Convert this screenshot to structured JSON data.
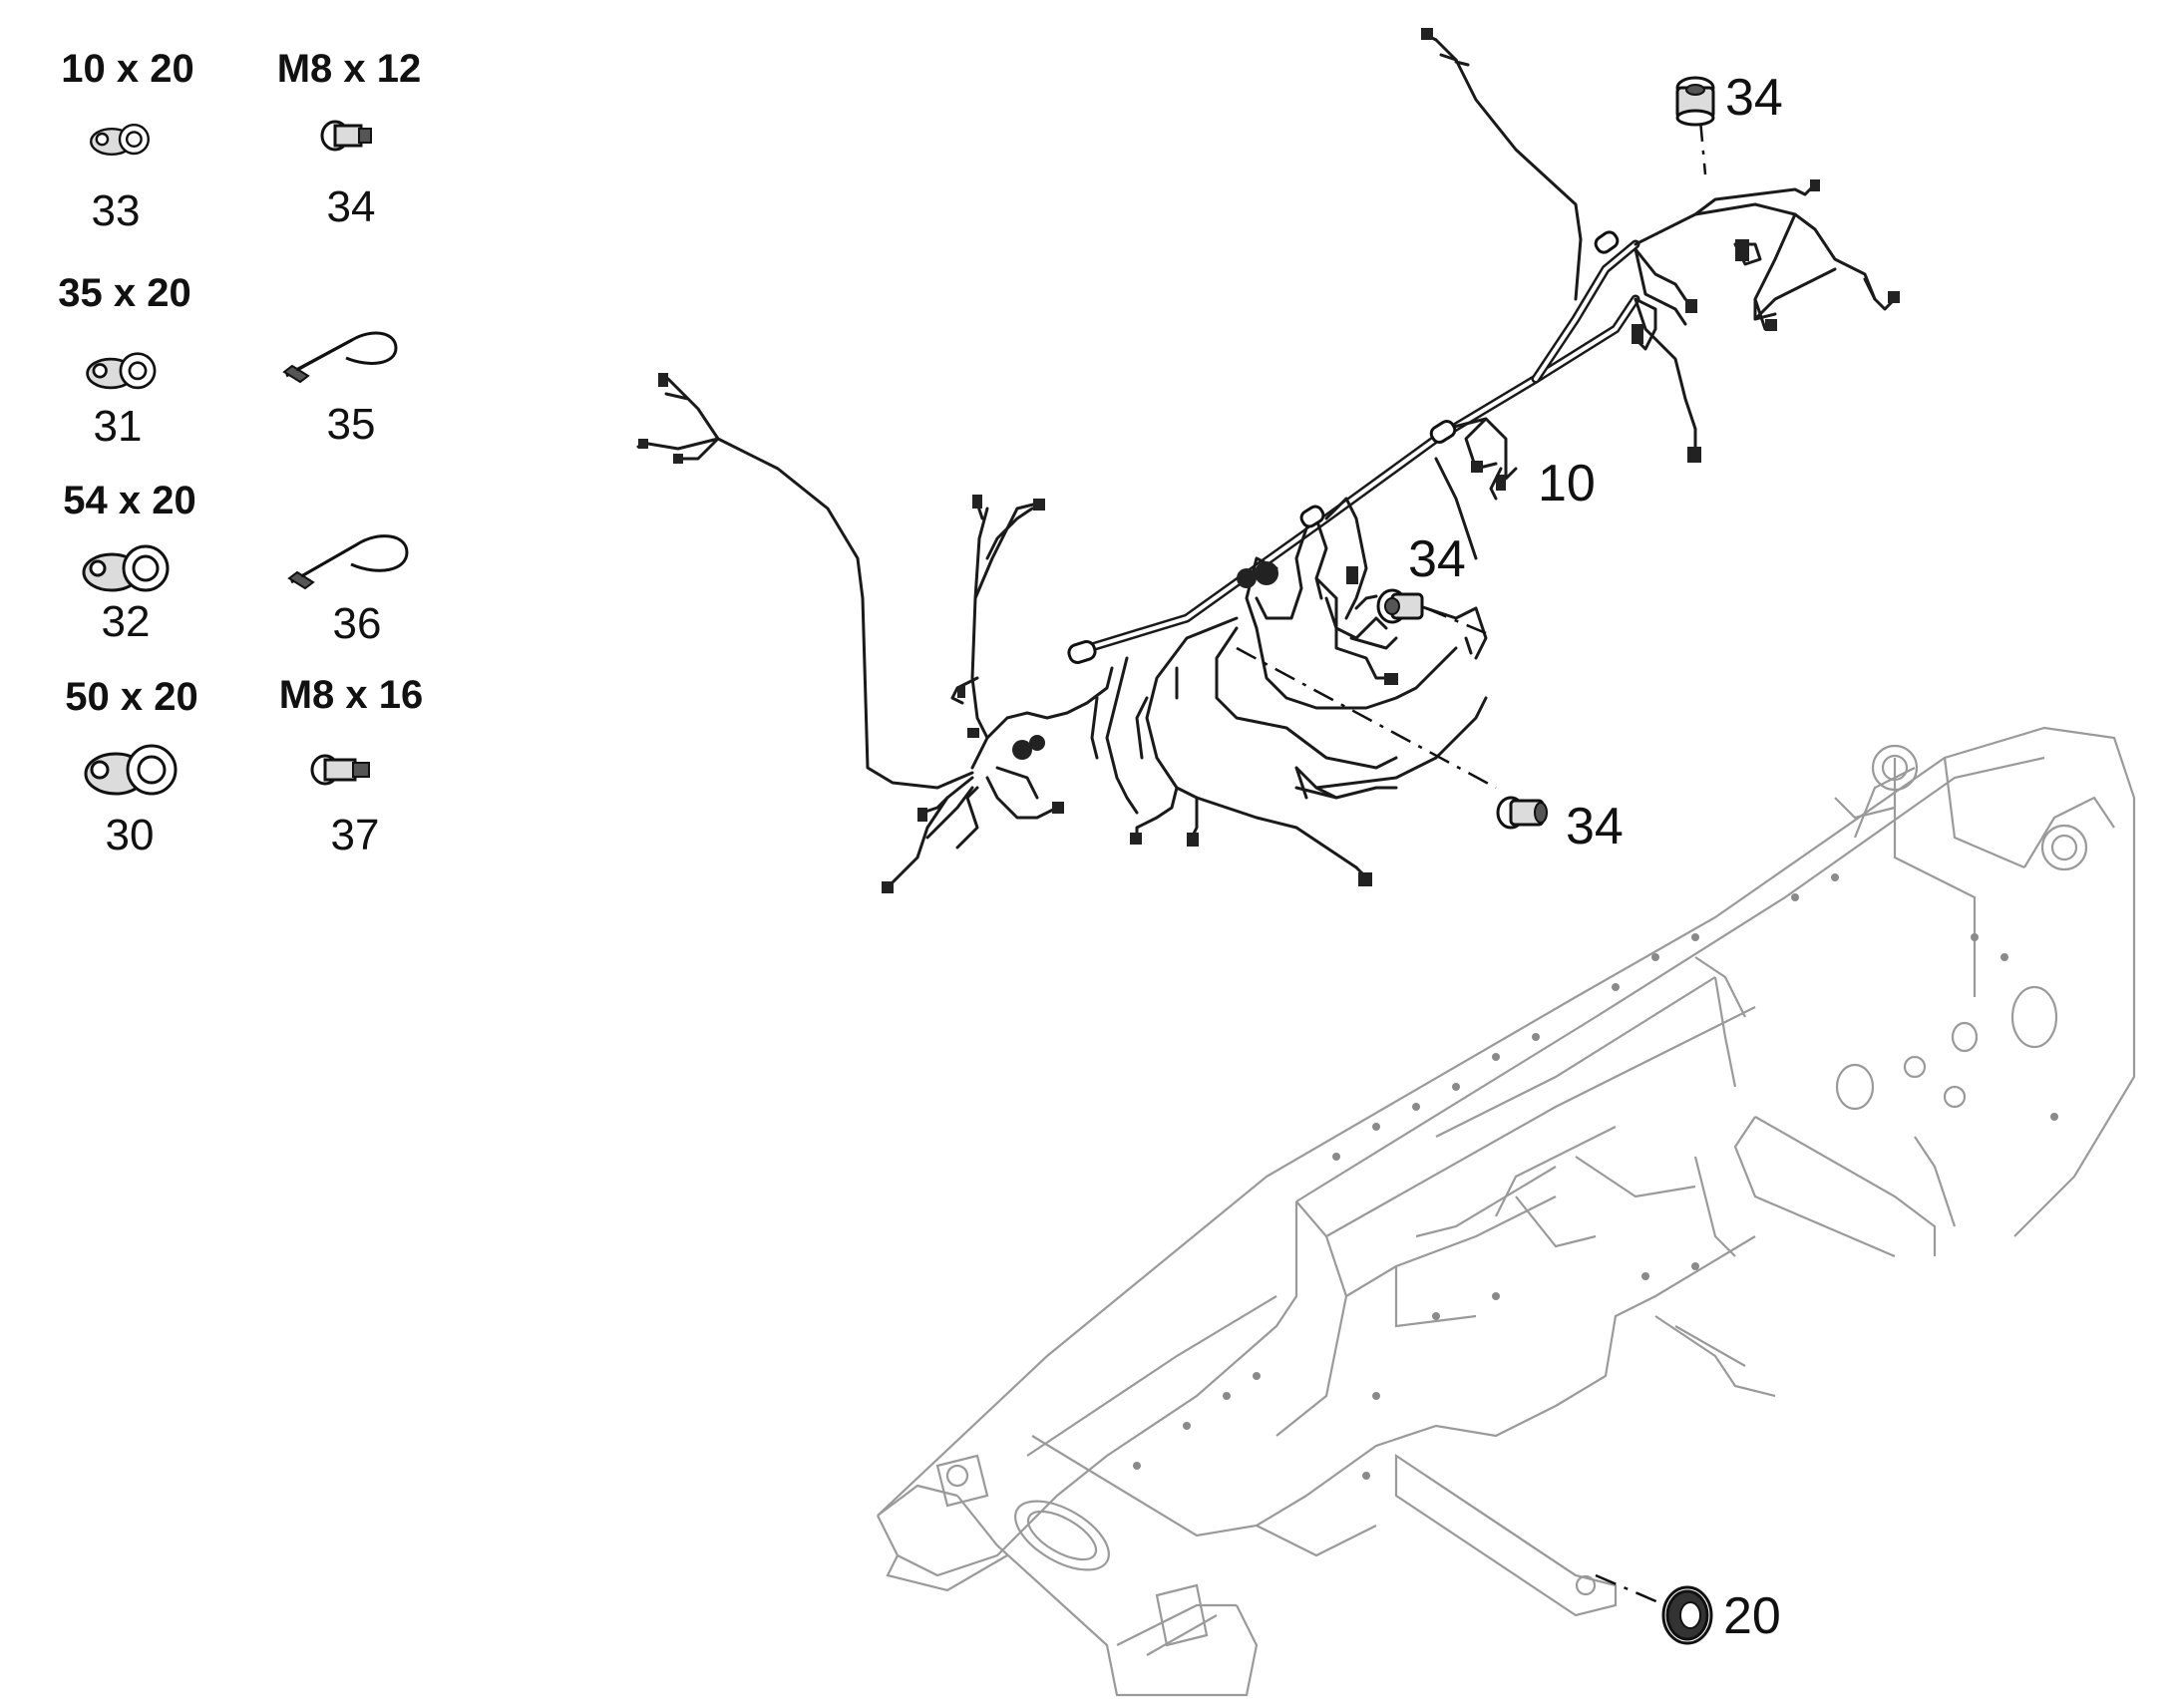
{
  "legend": {
    "items": [
      {
        "size": "10 x 20",
        "number": "33",
        "icon": "p-clamp-icon"
      },
      {
        "size": "M8 x 12",
        "number": "34",
        "icon": "bolt-icon"
      },
      {
        "size": "35 x 20",
        "number": "31",
        "icon": "p-clamp-icon"
      },
      {
        "size": "",
        "number": "35",
        "icon": "cable-tie-icon"
      },
      {
        "size": "54 x 20",
        "number": "32",
        "icon": "p-clamp-icon"
      },
      {
        "size": "",
        "number": "36",
        "icon": "cable-tie-icon"
      },
      {
        "size": "50 x 20",
        "number": "30",
        "icon": "p-clamp-icon"
      },
      {
        "size": "M8 x 16",
        "number": "37",
        "icon": "bolt-icon"
      }
    ]
  },
  "callouts": {
    "bolt_top": "34",
    "harness": "10",
    "bolt_middle": "34",
    "bolt_lower": "34",
    "grommet": "20"
  },
  "colors": {
    "line": "#111111",
    "frame": "#9a9a9a",
    "background": "#ffffff"
  }
}
